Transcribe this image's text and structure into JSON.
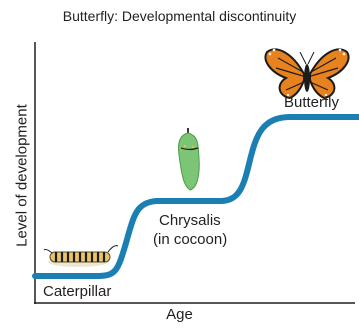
{
  "title": "Butterfly: Developmental discontinuity",
  "axes": {
    "x_label": "Age",
    "y_label": "Level of development"
  },
  "stages": [
    {
      "label": "Caterpillar",
      "icon": "caterpillar-icon"
    },
    {
      "label_line1": "Chrysalis",
      "label_line2": "(in cocoon)",
      "icon": "chrysalis-icon"
    },
    {
      "label": "Butterfly",
      "icon": "butterfly-icon"
    }
  ],
  "colors": {
    "curve": "#1b7fb3",
    "axis": "#231f20",
    "chrysalis": "#7cc576",
    "butterfly_wing": "#e8821e"
  }
}
